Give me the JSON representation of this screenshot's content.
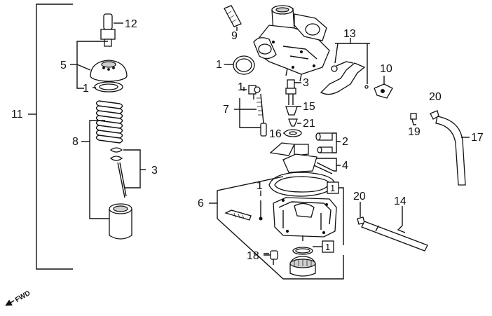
{
  "callouts": {
    "c1a": "1",
    "c1b": "1",
    "c1c": "1",
    "c1d": "1",
    "c2": "2",
    "c3a": "3",
    "c3b": "3",
    "c4": "4",
    "c5": "5",
    "c6": "6",
    "c7": "7",
    "c8": "8",
    "c9": "9",
    "c10": "10",
    "c11": "11",
    "c12": "12",
    "c13": "13",
    "c14": "14",
    "c15": "15",
    "c16": "16",
    "c17": "17",
    "c18": "18",
    "c19": "19",
    "c20a": "20",
    "c20b": "20",
    "c21": "21"
  },
  "boxed_refs": {
    "r1": "1",
    "r2": "1"
  },
  "fwd_label": "FWD",
  "colors": {
    "ink": "#111111",
    "paper": "#ffffff",
    "shade": "#cfcfcf"
  }
}
